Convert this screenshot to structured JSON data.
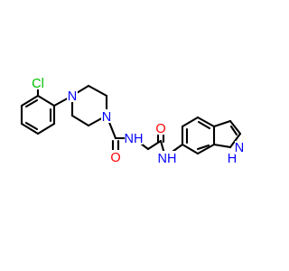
{
  "molecule": {
    "colors": {
      "carbon": "#000000",
      "nitrogen": "#0000ff",
      "oxygen": "#ff0000",
      "chlorine": "#00c000"
    },
    "labels": {
      "cl": "Cl",
      "n_piperazine_top": "N",
      "n_piperazine_bottom": "N",
      "o_urea": "O",
      "nh_urea": "NH",
      "o_amide": "O",
      "nh_amide": "NH",
      "nh_indole_h": "H",
      "nh_indole_n": "N"
    }
  }
}
